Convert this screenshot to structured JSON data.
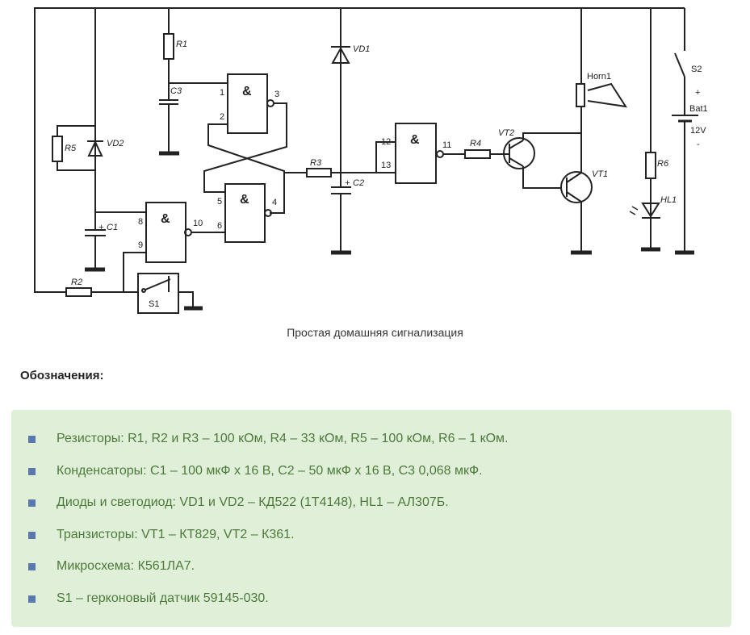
{
  "schematic": {
    "labels": {
      "R1": "R1",
      "R2": "R2",
      "R3": "R3",
      "R4": "R4",
      "R5": "R5",
      "R6": "R6",
      "C1": "C1",
      "C2": "C2",
      "C3": "C3",
      "VD1": "VD1",
      "VD2": "VD2",
      "VT1": "VT1",
      "VT2": "VT2",
      "HL1": "HL1",
      "Horn1": "Horn1",
      "S1": "S1",
      "S2": "S2",
      "Bat1": "Bat1",
      "voltage": "12V",
      "plus": "+",
      "minus": "-",
      "and": "&"
    },
    "pins": [
      "1",
      "2",
      "3",
      "4",
      "5",
      "6",
      "8",
      "9",
      "10",
      "11",
      "12",
      "13"
    ]
  },
  "caption": "Простая домашняя сигнализация",
  "legend_title": "Обозначения:",
  "items": [
    "Резисторы: R1, R2 и R3 – 100 кОм, R4 – 33 кОм, R5 – 100 кОм, R6 – 1 кОм.",
    "Конденсаторы: С1 – 100 мкФ х 16 В, С2 – 50 мкФ х 16 В, С3 0,068 мкФ.",
    "Диоды и светодиод: VD1 и VD2 – КД522 (1Т4148), HL1 – АЛ307Б.",
    "Транзисторы: VT1 – КТ829, VT2 – К361.",
    "Микросхема: К561ЛА7.",
    "S1 – герконовый датчик 59145-030."
  ],
  "colors": {
    "box_bg": "#dfefd8",
    "item_text": "#4d7a3a",
    "bullet": "#5b78ae"
  }
}
